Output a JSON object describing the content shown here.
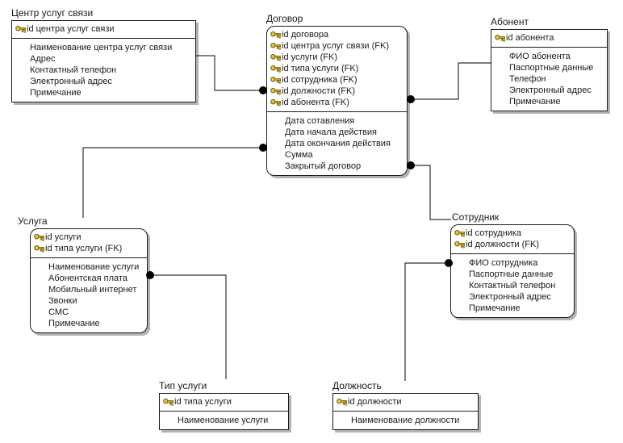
{
  "diagram": {
    "background_color": "#ffffff",
    "line_color": "#303030",
    "shadow_color": "#b2b2b2",
    "border_color": "#1c1c1c",
    "key_icon_color": "#d8b631"
  },
  "entities": [
    {
      "id": "centr-uslug-svyazi",
      "title": "Центр услуг связи",
      "shape": "square",
      "keys": [
        "id центра услуг связи"
      ],
      "attributes": [
        "Наименование центра услуг связи",
        "Адрес",
        "Контактный телефон",
        "Электронный адрес",
        "Примечание"
      ]
    },
    {
      "id": "dogovor",
      "title": "Договор",
      "shape": "rounded",
      "keys": [
        "id договора",
        "id центра услуг связи (FK)",
        "id услуги (FK)",
        "id типа услуги (FK)",
        "id сотрудника (FK)",
        "id должности (FK)",
        "id абонента (FK)"
      ],
      "attributes": [
        "Дата сотавления",
        "Дата начала действия",
        "Дата окончания действия",
        "Сумма",
        "Закрытый договор"
      ]
    },
    {
      "id": "abonent",
      "title": "Абонент",
      "shape": "square",
      "keys": [
        "id абонента"
      ],
      "attributes": [
        "ФИО абонента",
        "Паспортные данные",
        "Телефон",
        "Электронный адрес",
        "Примечание"
      ]
    },
    {
      "id": "usluga",
      "title": "Услуга",
      "shape": "rounded",
      "keys": [
        "id услуги",
        "id типа услуги (FK)"
      ],
      "attributes": [
        "Наименование услуги",
        "Абонентская плата",
        "Мобильный интернет",
        "Звонки",
        "СМС",
        "Примечание"
      ]
    },
    {
      "id": "sotrudnik",
      "title": "Сотрудник",
      "shape": "rounded",
      "keys": [
        "id сотрудника",
        "id должности (FK)"
      ],
      "attributes": [
        "ФИО сотрудника",
        "Паспортные данные",
        "Контактный телефон",
        "Электронный адрес",
        "Примечание"
      ]
    },
    {
      "id": "tip-uslugi",
      "title": "Тип услуги",
      "shape": "square",
      "keys": [
        "id типа услуги"
      ],
      "attributes": [
        "Наименование услуги"
      ]
    },
    {
      "id": "dolzhnost",
      "title": "Должность",
      "shape": "square",
      "keys": [
        "id должности"
      ],
      "attributes": [
        "Наименование должности"
      ]
    }
  ],
  "relationships": [
    {
      "parent": "Центр услуг связи",
      "child": "Договор"
    },
    {
      "parent": "Услуга",
      "child": "Договор"
    },
    {
      "parent": "Абонент",
      "child": "Договор"
    },
    {
      "parent": "Сотрудник",
      "child": "Договор"
    },
    {
      "parent": "Тип услуги",
      "child": "Услуга"
    },
    {
      "parent": "Должность",
      "child": "Сотрудник"
    }
  ]
}
